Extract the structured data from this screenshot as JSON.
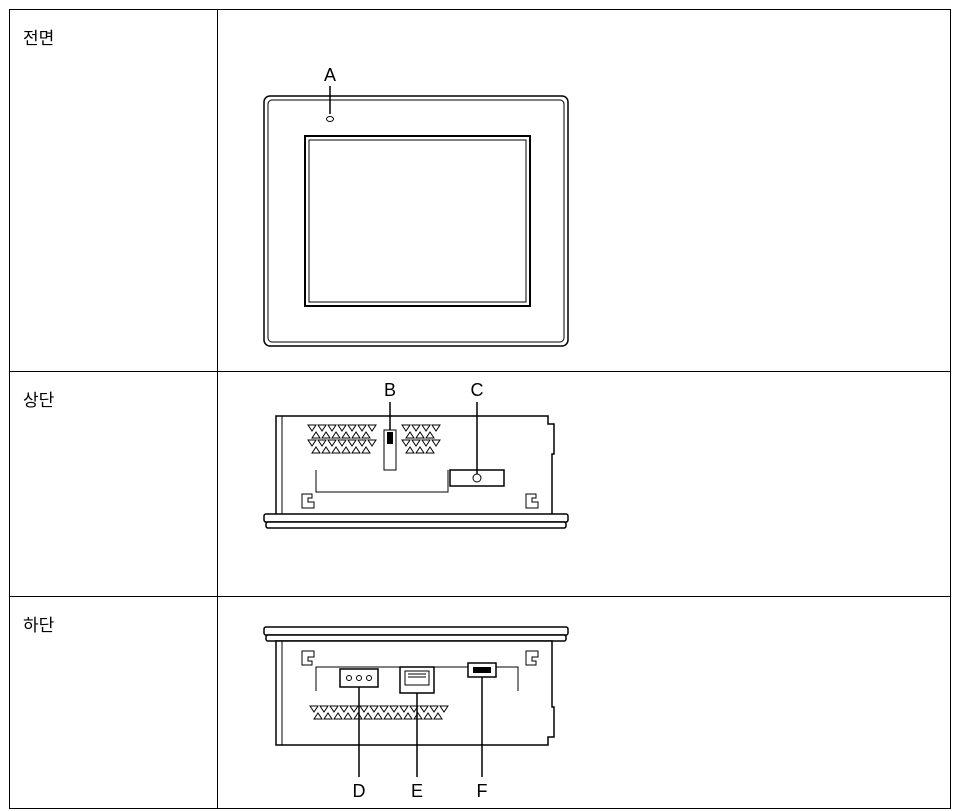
{
  "rows": [
    {
      "label": "전면",
      "callouts": [
        "A"
      ]
    },
    {
      "label": "상단",
      "callouts": [
        "B",
        "C"
      ]
    },
    {
      "label": "하단",
      "callouts": [
        "D",
        "E",
        "F"
      ]
    }
  ]
}
